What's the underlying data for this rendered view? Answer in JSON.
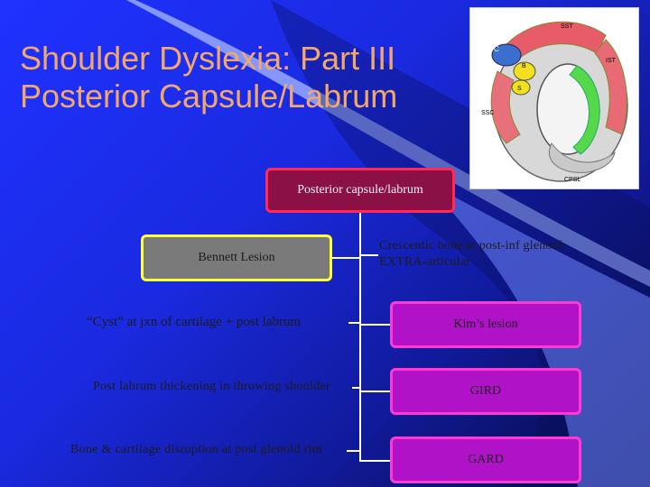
{
  "slide": {
    "title_line1": "Shoulder Dyslexia: Part III",
    "title_line2": "Posterior Capsule/Labrum"
  },
  "figure": {
    "labels": [
      "SST",
      "C",
      "B",
      "S",
      "IST",
      "SSC",
      "CPSL"
    ]
  },
  "diagram": {
    "root": "Posterior capsule/labrum",
    "bennett": "Bennett Lesion",
    "crescentic": "Crescentic bone at post-inf glenoid; EXTRA-articular",
    "cyst": "“Cyst” at jxn of cartilage + post labrum",
    "kim": "Kim’s lesion",
    "thickening": "Post labrum thickening in throwing shoulder",
    "gird": "GIRD",
    "disruption": "Bone & cartilage disruption at post glenoid rim",
    "gard": "GARD"
  },
  "colors": {
    "background": "#1f32ff",
    "title": "#f3a76a",
    "root_fill": "#8a1045",
    "root_border": "#ff2a5a",
    "bennett_fill": "#7a7a7a",
    "bennett_border": "#ffff33",
    "node_fill": "#b012c8",
    "node_border": "#ff3ad4"
  }
}
